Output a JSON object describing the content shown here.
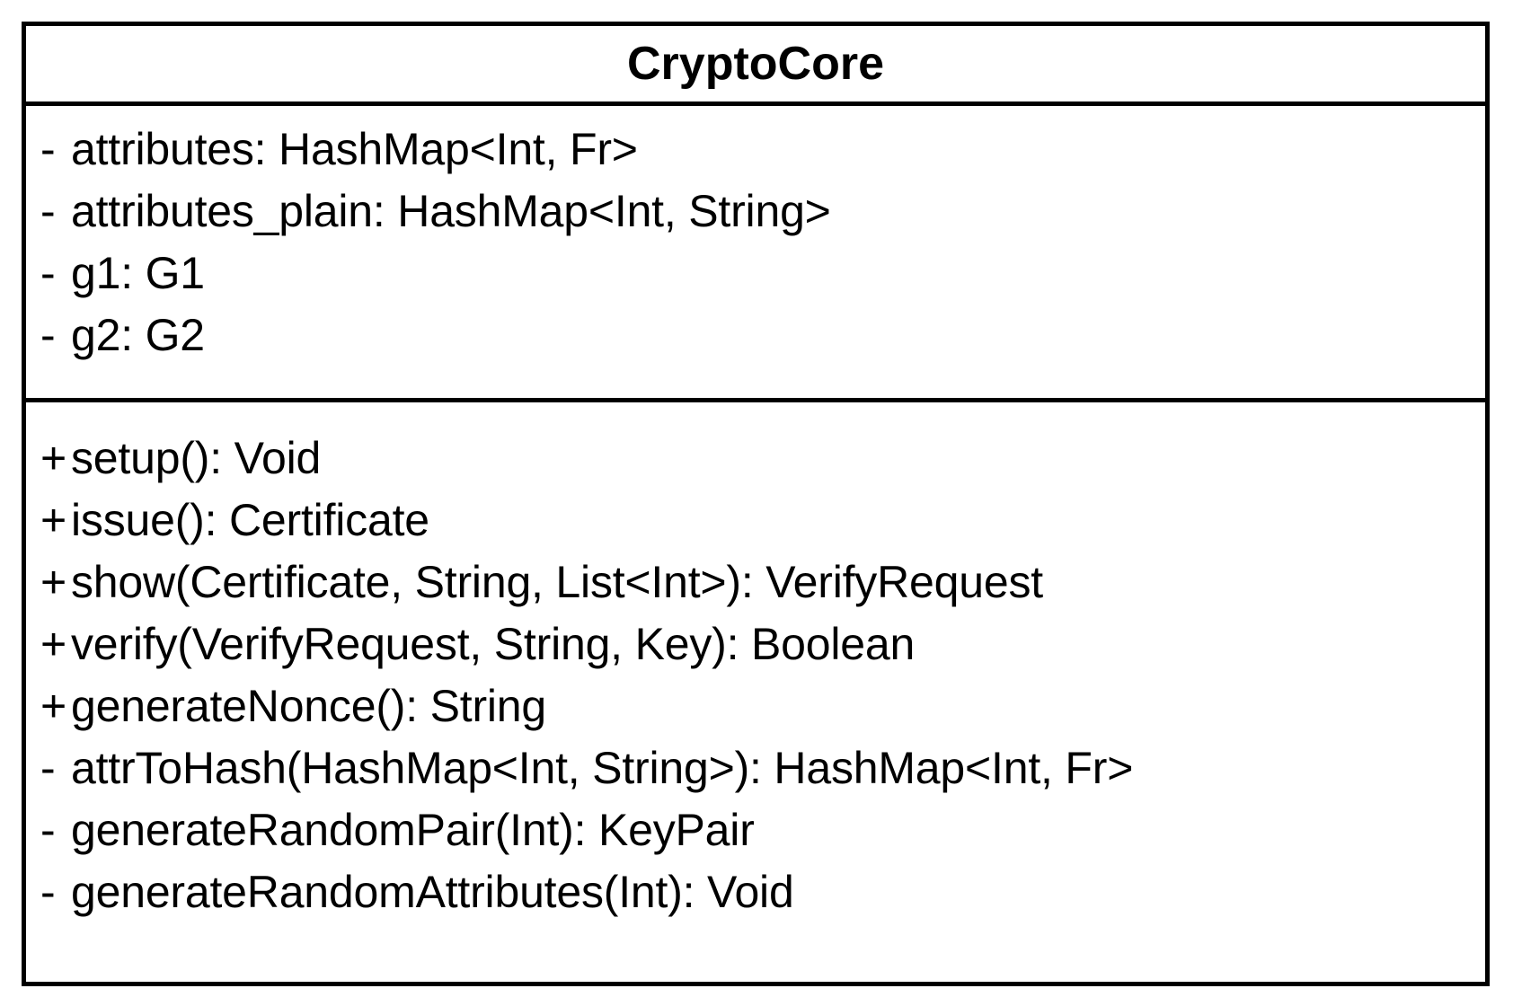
{
  "diagram": {
    "kind": "uml-class-diagram",
    "colors": {
      "stroke": "#000000",
      "background": "#ffffff",
      "text": "#000000"
    },
    "class": {
      "name": "CryptoCore",
      "attributes": [
        {
          "visibility": "-",
          "signature": "attributes: HashMap<Int, Fr>",
          "text": "- attributes: HashMap<Int, Fr>"
        },
        {
          "visibility": "-",
          "signature": "attributes_plain: HashMap<Int, String>",
          "text": "- attributes_plain: HashMap<Int, String>"
        },
        {
          "visibility": "-",
          "signature": "g1: G1",
          "text": "- g1: G1"
        },
        {
          "visibility": "-",
          "signature": "g2: G2",
          "text": "- g2: G2"
        }
      ],
      "operations": [
        {
          "visibility": "+",
          "signature": "setup(): Void",
          "text": "+ setup(): Void"
        },
        {
          "visibility": "+",
          "signature": "issue(): Certificate",
          "text": "+ issue(): Certificate"
        },
        {
          "visibility": "+",
          "signature": "show(Certificate, String, List<Int>): VerifyRequest",
          "text": "+ show(Certificate, String, List<Int>): VerifyRequest"
        },
        {
          "visibility": "+",
          "signature": "verify(VerifyRequest, String, Key): Boolean",
          "text": "+ verify(VerifyRequest, String, Key): Boolean"
        },
        {
          "visibility": "+",
          "signature": "generateNonce(): String",
          "text": "+ generateNonce(): String"
        },
        {
          "visibility": "-",
          "signature": "attrToHash(HashMap<Int, String>): HashMap<Int, Fr>",
          "text": "- attrToHash(HashMap<Int, String>): HashMap<Int, Fr>"
        },
        {
          "visibility": "-",
          "signature": "generateRandomPair(Int): KeyPair",
          "text": "- generateRandomPair(Int): KeyPair"
        },
        {
          "visibility": "-",
          "signature": "generateRandomAttributes(Int): Void",
          "text": "- generateRandomAttributes(Int): Void"
        }
      ]
    }
  }
}
